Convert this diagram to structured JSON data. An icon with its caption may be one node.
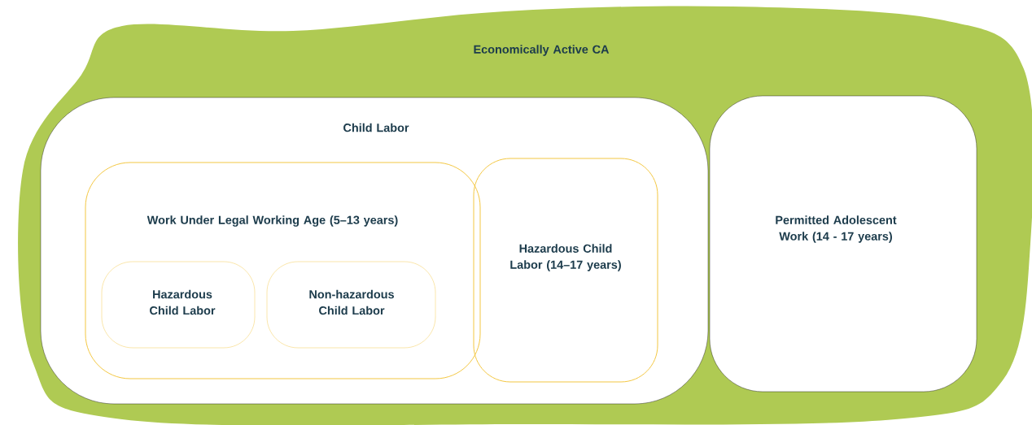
{
  "diagram": {
    "nodes": [
      {
        "text": [
          "Economically Active CA"
        ]
      },
      {
        "text": [
          "Child Labor"
        ],
        "in": 0
      },
      {
        "text": [
          "Work Under Legal Working Age (5–13 years)"
        ],
        "in": 1
      },
      {
        "text": [
          "Hazardous Child Labor"
        ],
        "in": 2
      },
      {
        "text": [
          "Non-hazardous Child Labor"
        ],
        "in": 2
      },
      {
        "text": [
          "Hazardous Child Labor (14–17 years)"
        ],
        "in": 1
      },
      {
        "text": [
          "Permitted Adolescent Work (14 - 17 years)"
        ],
        "in": 0
      }
    ]
  }
}
